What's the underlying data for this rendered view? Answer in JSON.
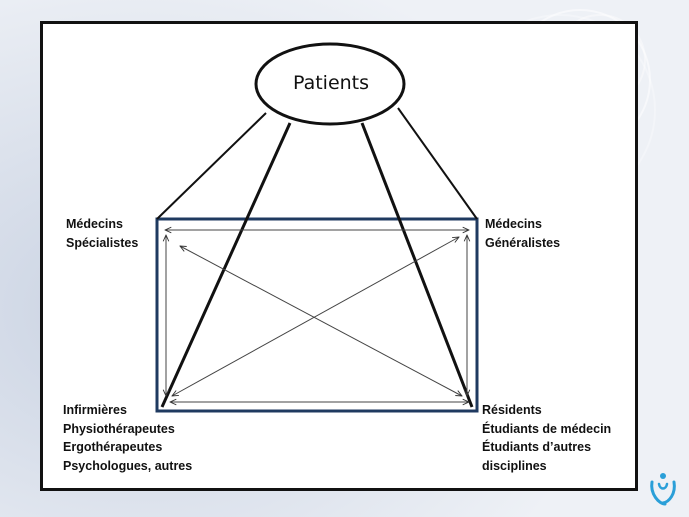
{
  "center_node": {
    "label": "Patients"
  },
  "corner_groups": {
    "top_left": {
      "lines": [
        "Médecins",
        "Spécialistes"
      ]
    },
    "top_right": {
      "lines": [
        "Médecins",
        "Généralistes"
      ]
    },
    "bottom_left": {
      "lines": [
        "Infirmières",
        "Physiothérapeutes",
        "Ergothérapeutes",
        "Psychologues, autres"
      ]
    },
    "bottom_right": {
      "lines": [
        "Résidents",
        "Étudiants de médecin",
        "Étudiants d’autres",
        "disciplines"
      ]
    }
  },
  "colors": {
    "rectangle_border": "#1f3a60",
    "text": "#111111",
    "logo_blue": "#2a9fd8"
  }
}
